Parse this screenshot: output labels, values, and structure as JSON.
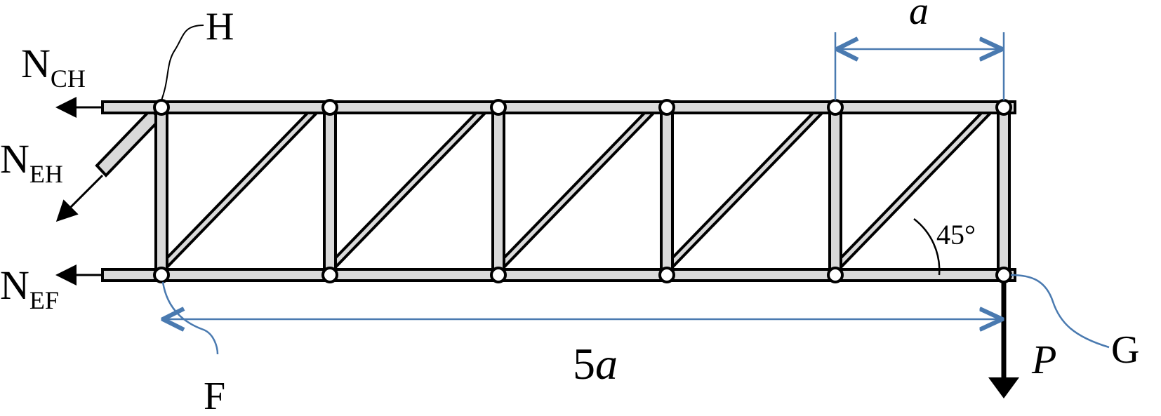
{
  "labels": {
    "joint_top_left": "H",
    "joint_bottom_left": "F",
    "joint_bottom_right": "G",
    "force_top": "N",
    "force_top_sub": "CH",
    "force_diag": "N",
    "force_diag_sub": "EH",
    "force_bottom": "N",
    "force_bottom_sub": "EF",
    "load": "P",
    "panel_dim_num": "",
    "panel_dim_var": "a",
    "total_dim_num": "5",
    "total_dim_var": "a",
    "angle": "45°"
  },
  "panels": 5
}
